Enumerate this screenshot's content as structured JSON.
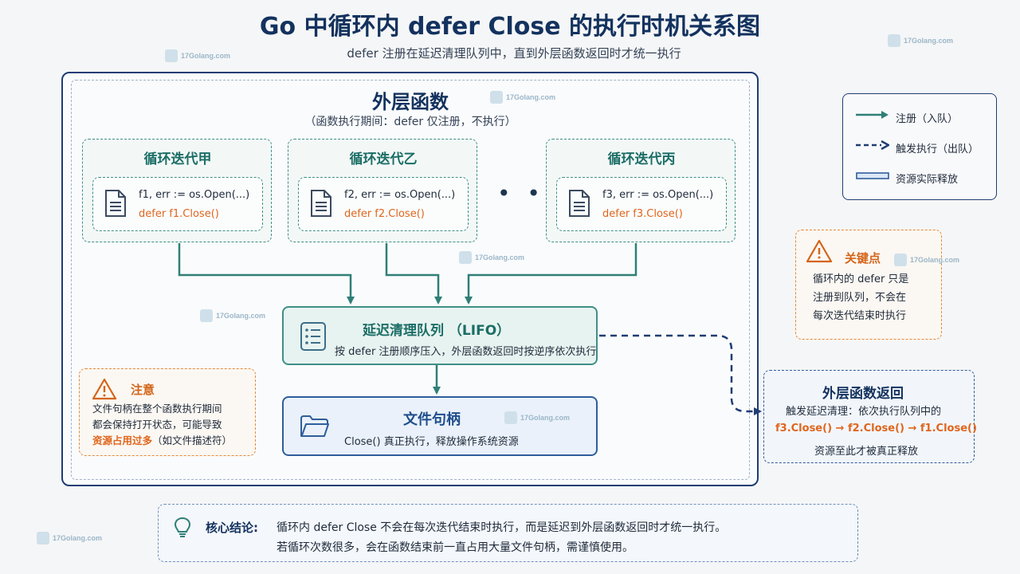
{
  "header": {
    "title": "Go 中循环内 defer Close 的执行时机关系图",
    "subtitle": "defer 注册在延迟清理队列中，直到外层函数返回时才统一执行"
  },
  "watermark": "17Golang.com",
  "outer_function": {
    "title": "外层函数",
    "subtitle": "（函数执行期间：defer 仅注册，不执行）"
  },
  "iterations": [
    {
      "title": "循环迭代甲",
      "code": "f1, err := os.Open(...)",
      "defer": "defer f1.Close()"
    },
    {
      "title": "循环迭代乙",
      "code": "f2, err := os.Open(...)",
      "defer": "defer f2.Close()"
    },
    {
      "title": "循环迭代丙",
      "code": "f3, err := os.Open(...)",
      "defer": "defer f3.Close()"
    }
  ],
  "ellipsis": "• • •",
  "queue": {
    "title": "延迟清理队列 （LIFO）",
    "subtitle": "按 defer 注册顺序压入，外层函数返回时按逆序依次执行"
  },
  "file_handle": {
    "title": "文件句柄",
    "subtitle": "Close() 真正执行，释放操作系统资源"
  },
  "note": {
    "title": "注意",
    "line1": "文件句柄在整个函数执行期间",
    "line2": "都会保持打开状态，可能导致",
    "line3_highlight": "资源占用过多",
    "line3_rest": "（如文件描述符）"
  },
  "legend": {
    "items": [
      {
        "label": "注册（入队）",
        "icon": "solid-arrow-icon"
      },
      {
        "label": "触发执行（出队）",
        "icon": "dashed-arrow-icon"
      },
      {
        "label": "资源实际释放",
        "icon": "double-line-icon"
      }
    ]
  },
  "keypoint": {
    "title": "关键点",
    "line1": "循环内的 defer 只是",
    "line2": "注册到队列，不会在",
    "line3": "每次迭代结束时执行"
  },
  "outer_return": {
    "title": "外层函数返回",
    "line1": "触发延迟清理：依次执行队列中的",
    "chain": "f3.Close() → f2.Close() → f1.Close()",
    "line3": "资源至此才被真正释放"
  },
  "conclusion": {
    "label": "核心结论:",
    "line1": "循环内 defer Close 不会在每次迭代结束时执行，而是延迟到外层函数返回时才统一执行。",
    "line2": "若循环次数很多，会在函数结束前一直占用大量文件句柄，需谨慎使用。"
  },
  "colors": {
    "navy": "#13325e",
    "teal": "#1b6e66",
    "orange": "#e0651c",
    "blue": "#2f5e9c"
  }
}
